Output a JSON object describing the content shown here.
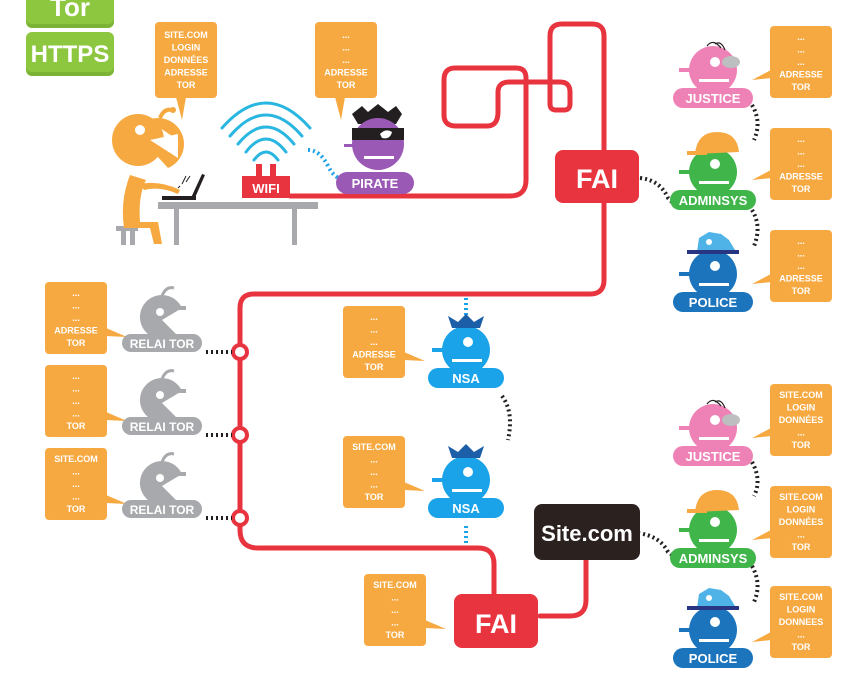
{
  "legend": {
    "badges": [
      {
        "label": "Tor",
        "color": "#8dc63f"
      },
      {
        "label": "HTTPS",
        "color": "#8dc63f"
      }
    ]
  },
  "colors": {
    "network_line": "#e8343f",
    "bubble": "#f7a941",
    "user": "#f7a941",
    "pirate": "#9b59b6",
    "justice": "#ee82b6",
    "adminsys": "#3fb54a",
    "police": "#1c75bc",
    "nsa": "#1aa3e8",
    "relay": "#a7a9ac",
    "site": "#2b2220",
    "wifi": "#e8343f",
    "wifi_waves": "#29b6e0"
  },
  "top": {
    "user_bubble": [
      "SITE.COM",
      "LOGIN",
      "DONNÉES",
      "ADRESSE",
      "TOR"
    ],
    "wifi_label": "WIFI",
    "pirate": {
      "label": "PIRATE",
      "bubble": [
        "...",
        "...",
        "...",
        "ADRESSE",
        "TOR"
      ]
    },
    "isp_label": "FAI",
    "watchers": [
      {
        "label": "JUSTICE",
        "icon": "judge-icon",
        "bubble": [
          "...",
          "...",
          "...",
          "ADRESSE",
          "TOR"
        ]
      },
      {
        "label": "ADMINSYS",
        "icon": "sysadmin-icon",
        "bubble": [
          "...",
          "...",
          "...",
          "ADRESSE",
          "TOR"
        ]
      },
      {
        "label": "POLICE",
        "icon": "police-icon",
        "bubble": [
          "...",
          "...",
          "...",
          "ADRESSE",
          "TOR"
        ]
      }
    ]
  },
  "relays": [
    {
      "label": "RELAI TOR",
      "bubble": [
        "...",
        "...",
        "...",
        "ADRESSE",
        "TOR"
      ]
    },
    {
      "label": "RELAI TOR",
      "bubble": [
        "...",
        "...",
        "...",
        "...",
        "TOR"
      ]
    },
    {
      "label": "RELAI TOR",
      "bubble": [
        "SITE.COM",
        "...",
        "...",
        "...",
        "TOR"
      ]
    }
  ],
  "nsa": [
    {
      "label": "NSA",
      "bubble": [
        "...",
        "...",
        "...",
        "ADRESSE",
        "TOR"
      ]
    },
    {
      "label": "NSA",
      "bubble": [
        "SITE.COM",
        "...",
        "...",
        "...",
        "TOR"
      ]
    }
  ],
  "bottom": {
    "isp_label": "FAI",
    "isp_bubble": [
      "SITE.COM",
      "...",
      "...",
      "...",
      "TOR"
    ],
    "site_label": "Site.com",
    "watchers": [
      {
        "label": "JUSTICE",
        "icon": "judge-icon",
        "bubble": [
          "SITE.COM",
          "LOGIN",
          "DONNÉES",
          "...",
          "TOR"
        ]
      },
      {
        "label": "ADMINSYS",
        "icon": "sysadmin-icon",
        "bubble": [
          "SITE.COM",
          "LOGIN",
          "DONNÉES",
          "...",
          "TOR"
        ]
      },
      {
        "label": "POLICE",
        "icon": "police-icon",
        "bubble": [
          "SITE.COM",
          "LOGIN",
          "DONNEES",
          "...",
          "TOR"
        ]
      }
    ]
  }
}
